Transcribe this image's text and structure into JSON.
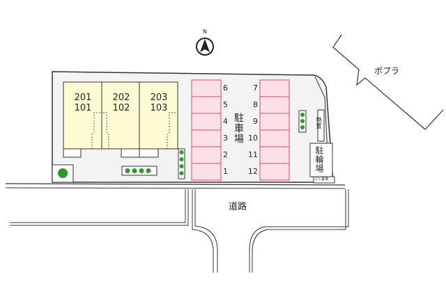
{
  "compass": {
    "label": "N"
  },
  "neighbor": {
    "label": "ポプラ"
  },
  "road": {
    "label": "道路"
  },
  "parking": {
    "label": "駐車場",
    "left_numbers": [
      "6",
      "5",
      "4",
      "3",
      "2",
      "1"
    ],
    "right_numbers": [
      "7",
      "8",
      "9",
      "10",
      "11",
      "12"
    ]
  },
  "units": [
    {
      "upper": "201",
      "lower": "101"
    },
    {
      "upper": "202",
      "lower": "102"
    },
    {
      "upper": "203",
      "lower": "103"
    }
  ],
  "storage": {
    "label": "物置"
  },
  "bicycle": {
    "label": "駐輪場"
  },
  "garbage": {
    "label": "ゴミ置場"
  },
  "colors": {
    "building": "#fdfbd2",
    "parking": "#fde0e6",
    "parking_border": "#d94a5a",
    "lot": "#f3f3f3",
    "tree": "#2a9a2a"
  }
}
